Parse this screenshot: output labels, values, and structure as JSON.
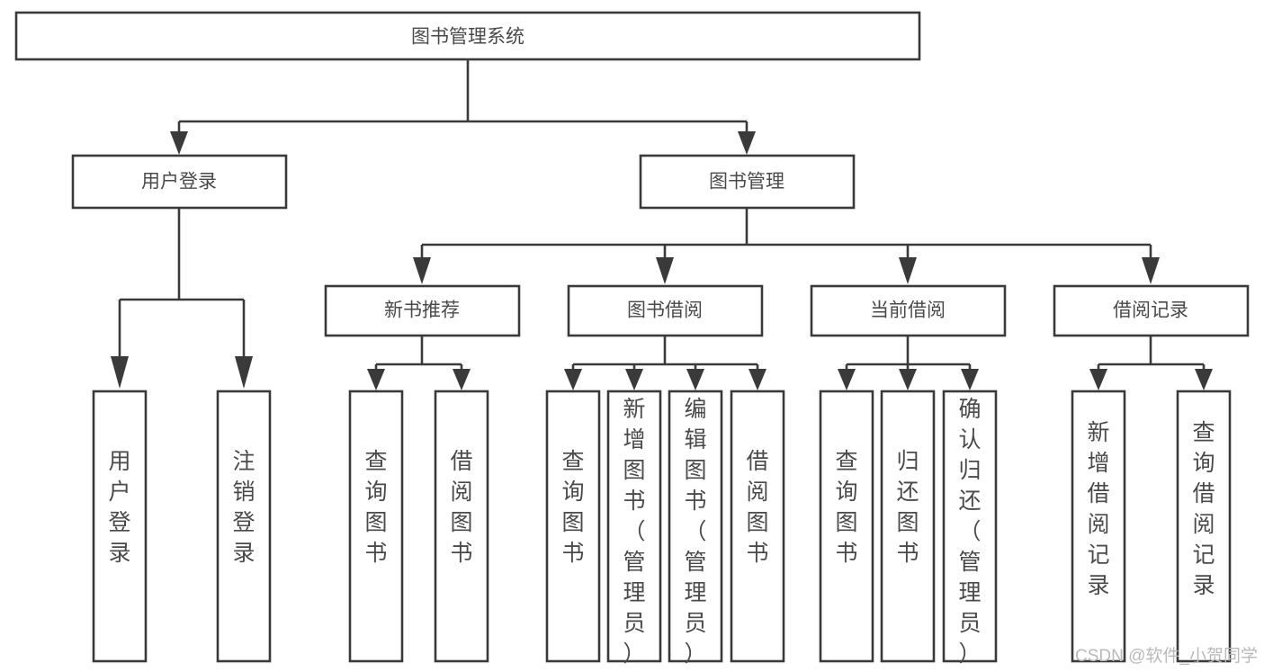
{
  "diagram": {
    "title_node": {
      "label": "图书管理系统",
      "orientation": "horizontal"
    },
    "level1": [
      {
        "label": "用户登录",
        "orientation": "horizontal"
      },
      {
        "label": "图书管理",
        "orientation": "horizontal"
      }
    ],
    "level2": [
      {
        "label": "新书推荐",
        "orientation": "horizontal"
      },
      {
        "label": "图书借阅",
        "orientation": "horizontal"
      },
      {
        "label": "当前借阅",
        "orientation": "horizontal"
      },
      {
        "label": "借阅记录",
        "orientation": "horizontal"
      }
    ],
    "leaves": {
      "user_login": [
        {
          "label": "用户登录",
          "orientation": "vertical"
        },
        {
          "label": "注销登录",
          "orientation": "vertical"
        }
      ],
      "new_book_recommend": [
        {
          "label": "查询图书",
          "orientation": "vertical"
        },
        {
          "label": "借阅图书",
          "orientation": "vertical"
        }
      ],
      "book_borrow": [
        {
          "label": "查询图书",
          "orientation": "vertical"
        },
        {
          "label": "新增图书（管理员）",
          "orientation": "vertical"
        },
        {
          "label": "编辑图书（管理员）",
          "orientation": "vertical"
        },
        {
          "label": "借阅图书",
          "orientation": "vertical"
        }
      ],
      "current_borrow": [
        {
          "label": "查询图书",
          "orientation": "vertical"
        },
        {
          "label": "归还图书",
          "orientation": "vertical"
        },
        {
          "label": "确认归还（管理员）",
          "orientation": "vertical"
        }
      ],
      "borrow_record": [
        {
          "label": "新增借阅记录",
          "orientation": "vertical"
        },
        {
          "label": "查询借阅记录",
          "orientation": "vertical"
        }
      ]
    },
    "watermark": "CSDN @软件_小贺同学",
    "colors": {
      "box_stroke": "#3a3a3a",
      "box_fill": "#ffffff",
      "text": "#4a4a4a",
      "watermark": "#b9b9b9",
      "background": "#ffffff"
    }
  }
}
